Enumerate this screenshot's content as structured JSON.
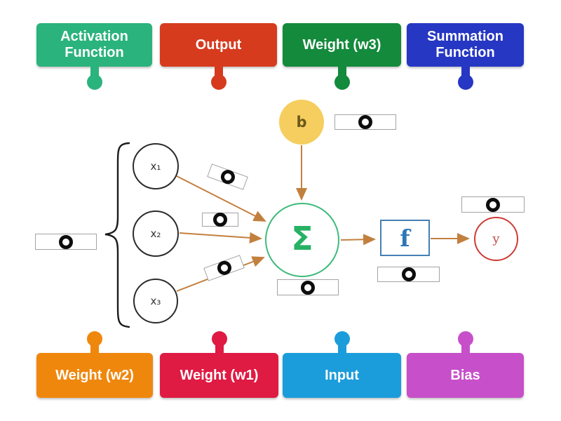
{
  "labels": {
    "top": [
      {
        "text": "Activation Function",
        "color": "#2AB37C"
      },
      {
        "text": "Output",
        "color": "#D63B1E"
      },
      {
        "text": "Weight (w3)",
        "color": "#148A3C"
      },
      {
        "text": "Summation Function",
        "color": "#2637C4"
      }
    ],
    "bottom": [
      {
        "text": "Weight (w2)",
        "color": "#F0870D"
      },
      {
        "text": "Weight (w1)",
        "color": "#DF1A43"
      },
      {
        "text": "Input",
        "color": "#1C9DDB"
      },
      {
        "text": "Bias",
        "color": "#C74FC9"
      }
    ]
  },
  "diagram": {
    "bias_node": "b",
    "input_nodes": [
      "x₁",
      "x₂",
      "x₃"
    ],
    "sum_node": "Σ",
    "activation_node": "f",
    "output_node": "y",
    "drop_targets_count": 8,
    "palette": {
      "arrow": "#C2803F",
      "bias_fill": "#F6CE5F",
      "bias_text": "#6C591B",
      "input_border": "#2B2B2B",
      "sum_green": "#27B164",
      "activation_blue": "#2E76B5",
      "output_red": "#CE3B35",
      "brace": "#1B1B1B"
    }
  },
  "icons": {
    "drop_target_ring": "hollow black circle"
  }
}
